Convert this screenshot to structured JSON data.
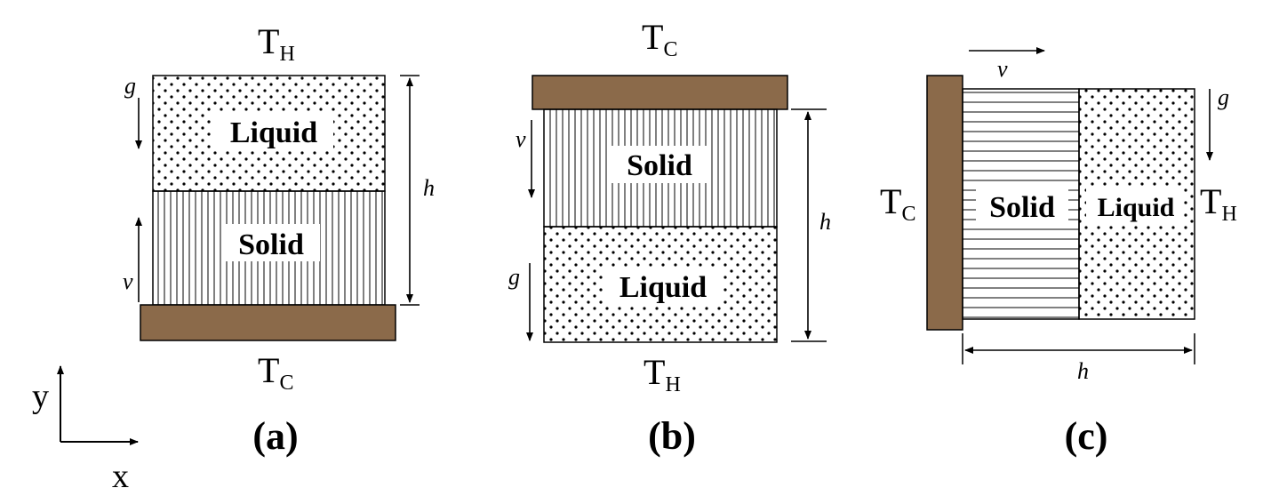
{
  "colors": {
    "wall": "#8b6a4a",
    "line": "#000000"
  },
  "axes": {
    "y": "y",
    "x": "x"
  },
  "panels": [
    {
      "label": "(a)",
      "top_temp": {
        "main": "T",
        "sub": "H"
      },
      "bottom_temp": {
        "main": "T",
        "sub": "C"
      },
      "liquid": "Liquid",
      "solid": "Solid",
      "g": "g",
      "v": "v",
      "h": "h"
    },
    {
      "label": "(b)",
      "top_temp": {
        "main": "T",
        "sub": "C"
      },
      "bottom_temp": {
        "main": "T",
        "sub": "H"
      },
      "liquid": "Liquid",
      "solid": "Solid",
      "g": "g",
      "v": "v",
      "h": "h"
    },
    {
      "label": "(c)",
      "left_temp": {
        "main": "T",
        "sub": "C"
      },
      "right_temp": {
        "main": "T",
        "sub": "H"
      },
      "liquid": "Liquid",
      "solid": "Solid",
      "g": "g",
      "v": "v",
      "h": "h"
    }
  ]
}
